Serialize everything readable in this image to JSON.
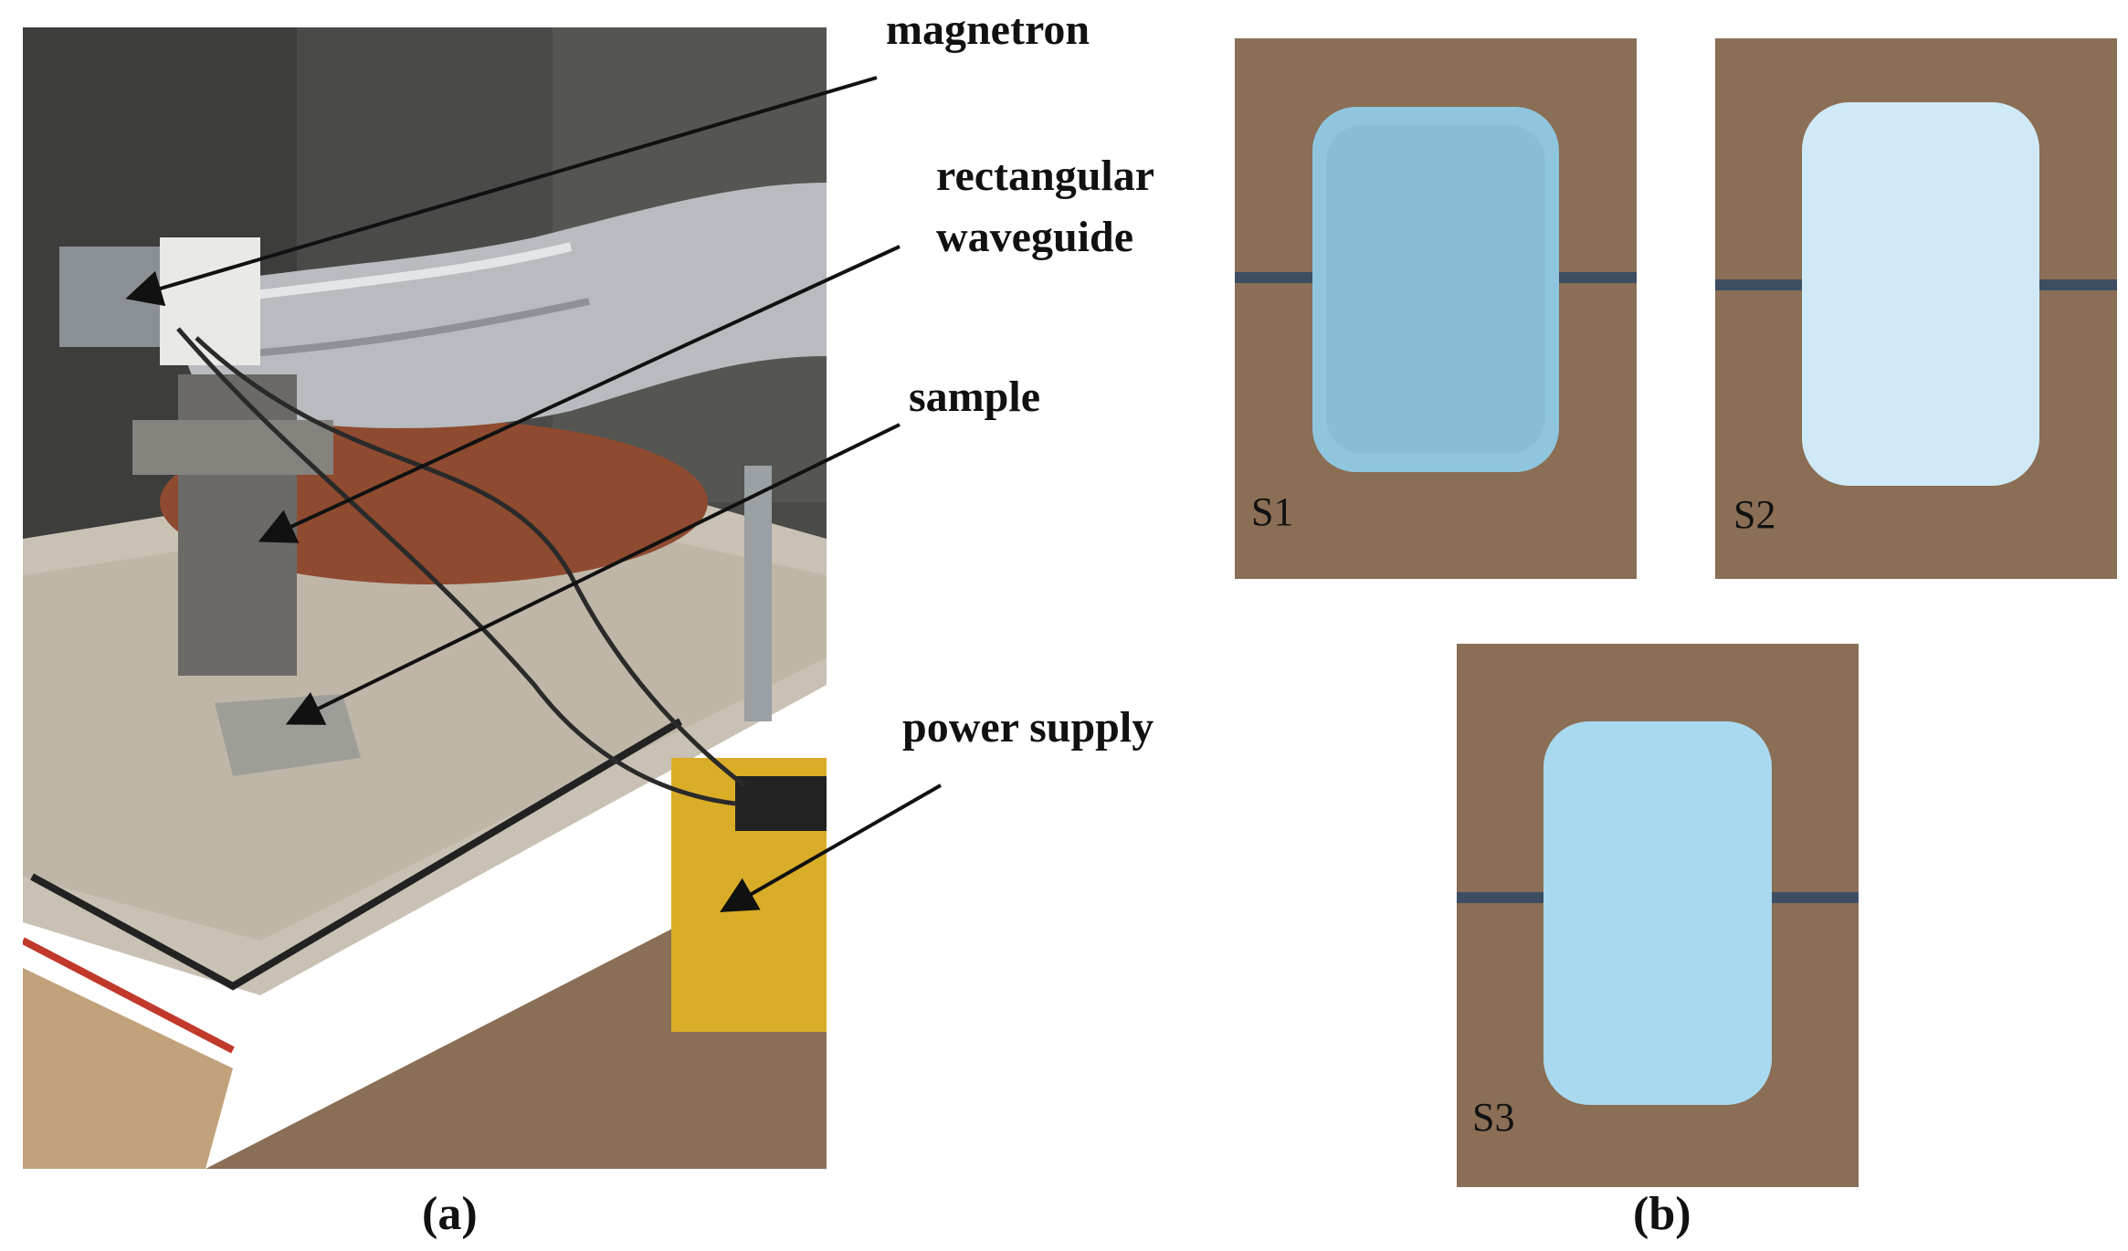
{
  "figure": {
    "panel_a": {
      "label": "(a)",
      "annotations": {
        "magnetron": "magnetron",
        "waveguide_line1": "rectangular",
        "waveguide_line2": "waveguide",
        "sample": "sample",
        "power_supply": "power supply"
      }
    },
    "panel_b": {
      "label": "(b)",
      "samples": [
        {
          "tag": "S1",
          "color": "#8fc6dd"
        },
        {
          "tag": "S2",
          "color": "#cfeaf6"
        },
        {
          "tag": "S3",
          "color": "#a9d9ee"
        }
      ]
    }
  },
  "colors": {
    "wood": "#8a6e55",
    "sand": "#c8bfb2",
    "supply": "#d9ad27",
    "duct": "#b8bcc0"
  }
}
